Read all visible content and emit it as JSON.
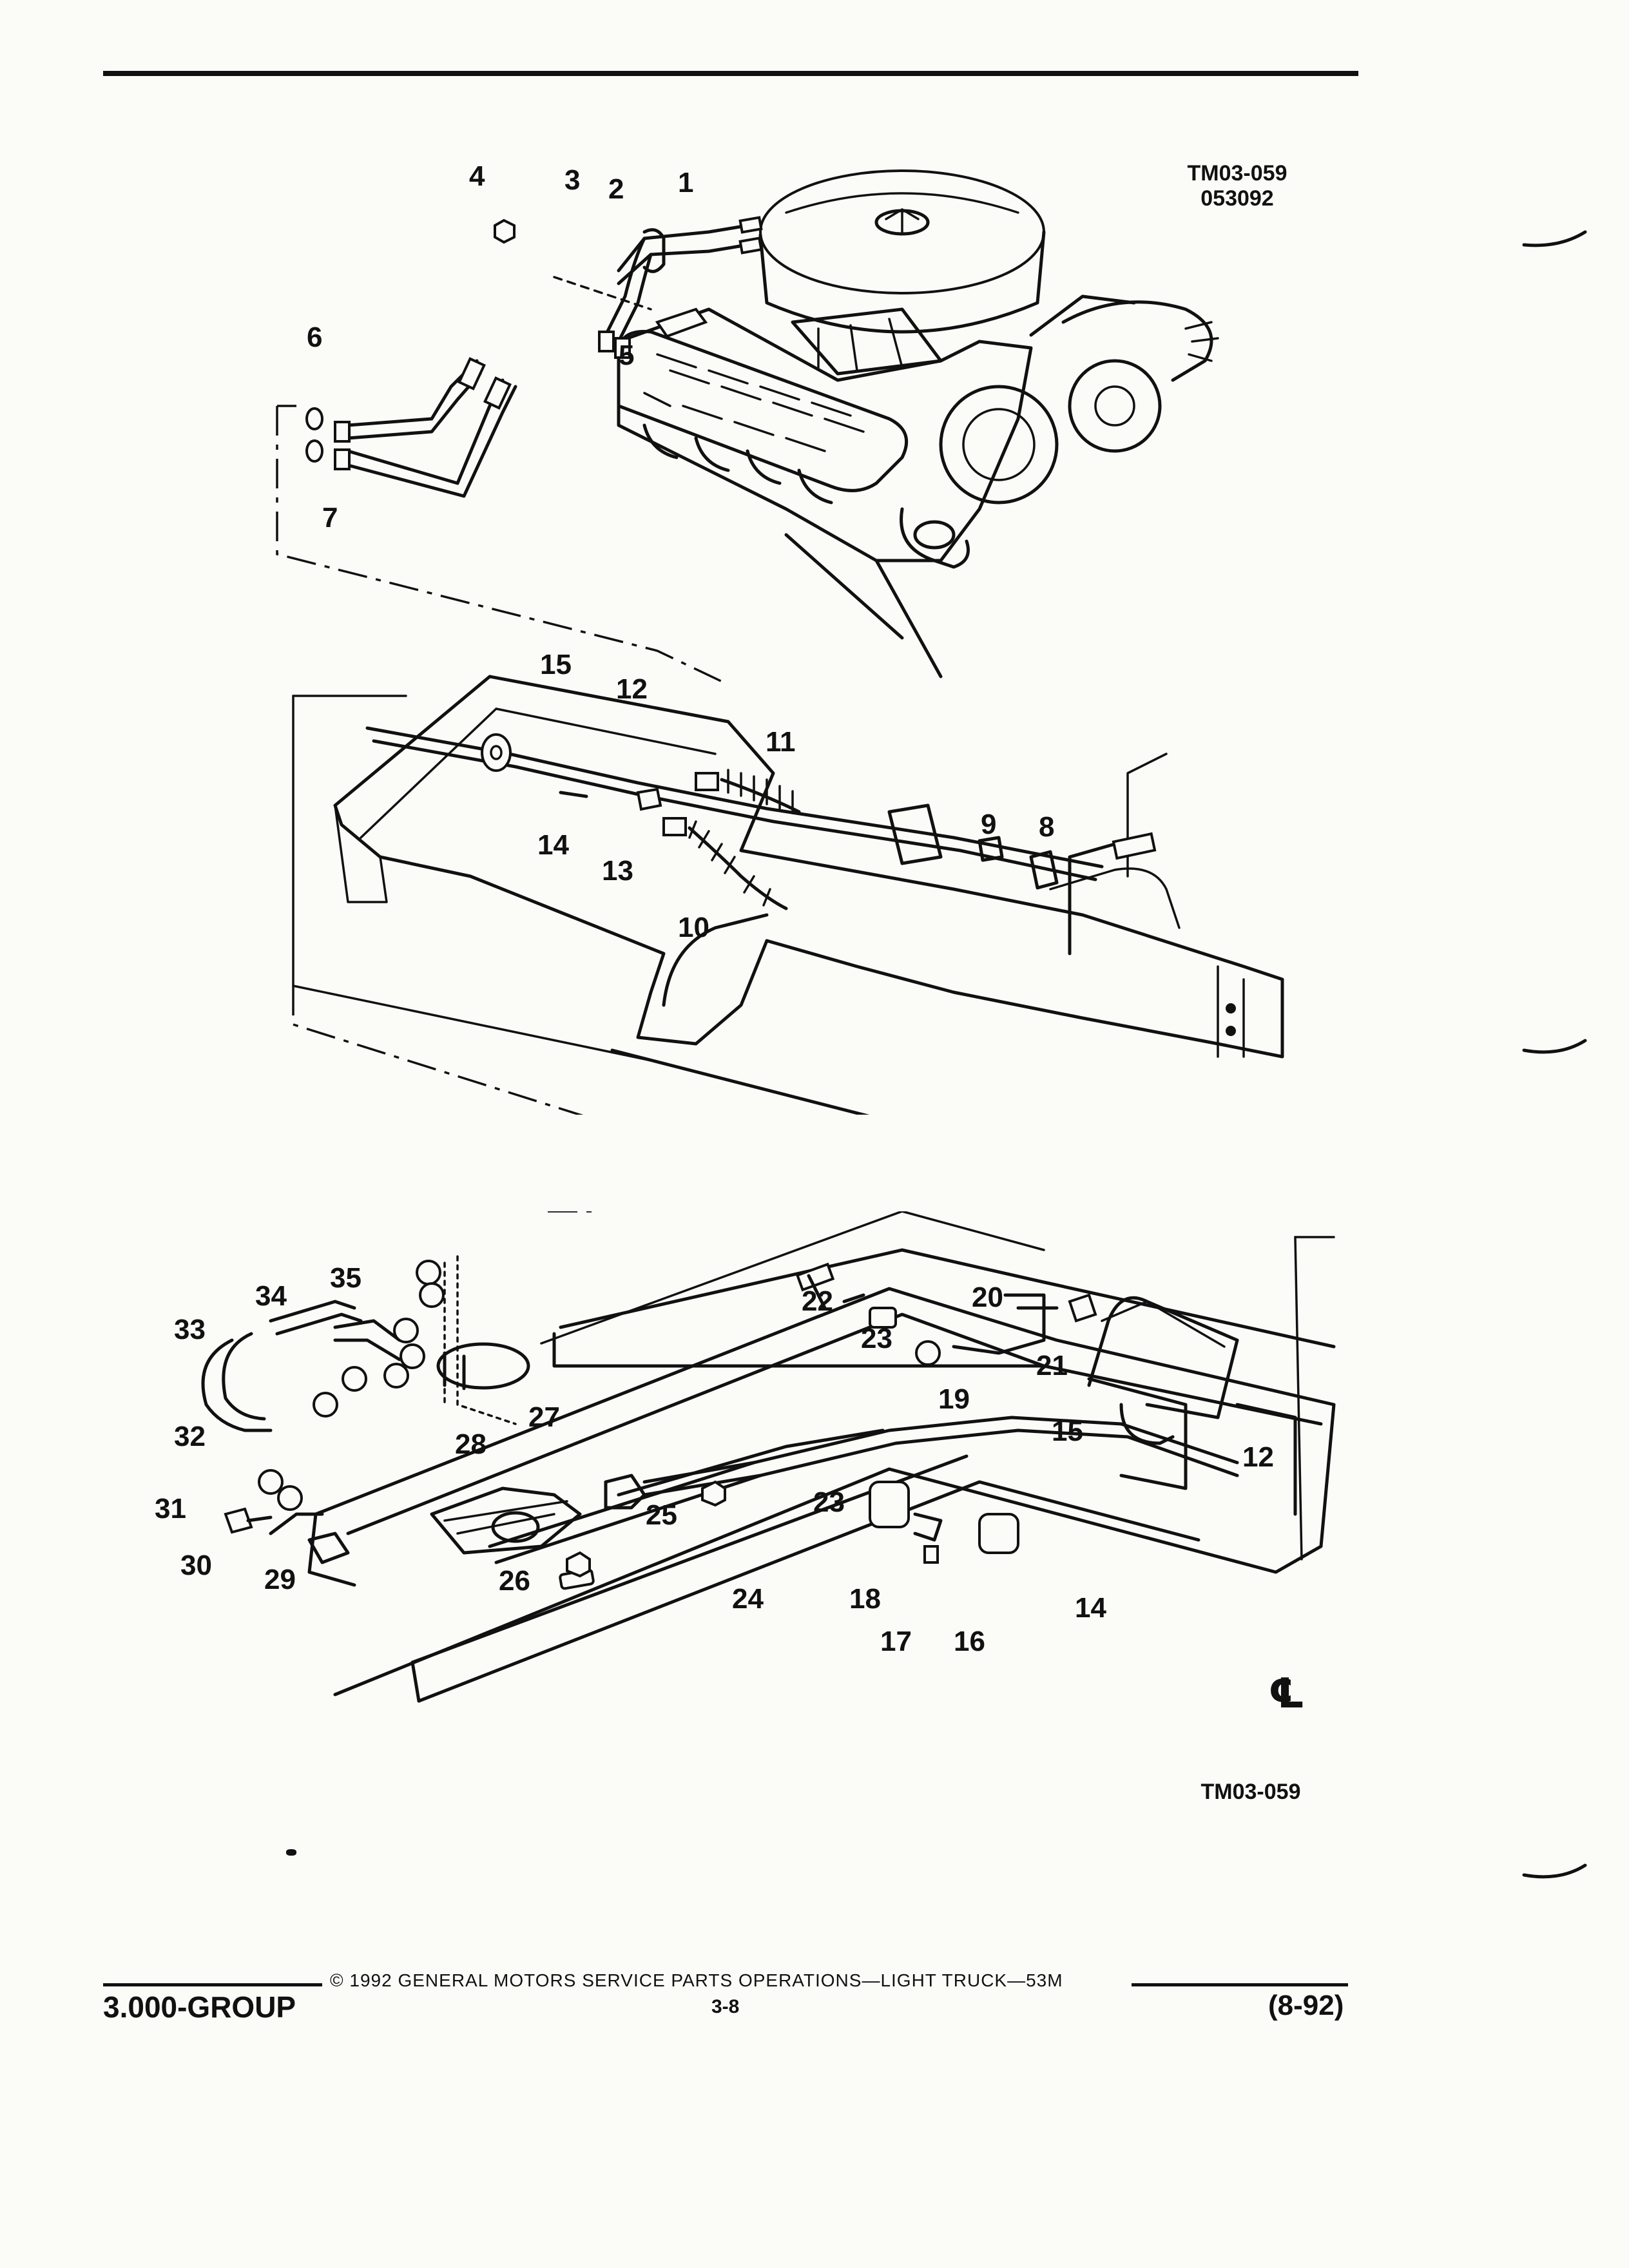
{
  "page": {
    "drawing_ref_top": [
      "TM03-059",
      "053092"
    ],
    "drawing_ref_bottom": "TM03-059",
    "logo_glyph": "℄",
    "footer": {
      "group": "3.000-GROUP",
      "copyright": "© 1992 GENERAL MOTORS SERVICE PARTS OPERATIONS—LIGHT TRUCK—53M",
      "page_number": "3-8",
      "revision": "(8-92)"
    }
  },
  "callouts": {
    "c1": "1",
    "c2": "2",
    "c3": "3",
    "c4": "4",
    "c5": "5",
    "c6": "6",
    "c7": "7",
    "c8": "8",
    "c9": "9",
    "c10": "10",
    "c11": "11",
    "c12a": "12",
    "c13": "13",
    "c14a": "14",
    "c15a": "15",
    "c12b": "12",
    "c14b": "14",
    "c15b": "15",
    "c16": "16",
    "c17": "17",
    "c18": "18",
    "c19": "19",
    "c20": "20",
    "c21": "21",
    "c22": "22",
    "c23a": "23",
    "c23b": "23",
    "c24": "24",
    "c25": "25",
    "c26": "26",
    "c27": "27",
    "c28": "28",
    "c29": "29",
    "c30": "30",
    "c31": "31",
    "c32": "32",
    "c33": "33",
    "c34": "34",
    "c35": "35"
  }
}
